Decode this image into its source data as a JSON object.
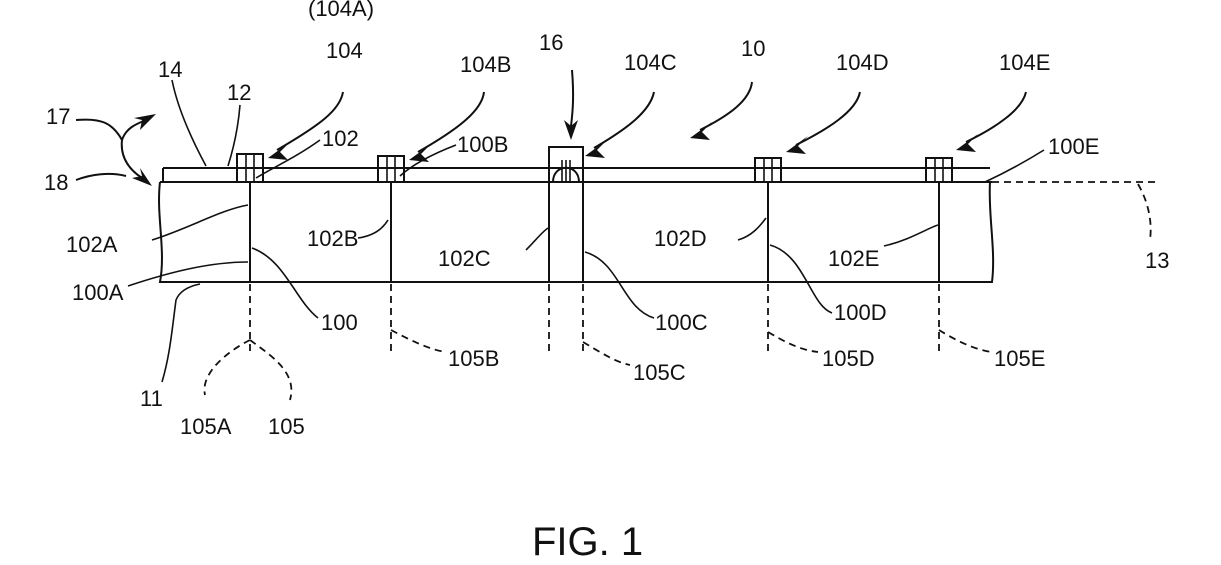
{
  "figure": {
    "caption": "FIG. 1",
    "labels": {
      "l104a": "(104A)",
      "l104": "104",
      "l14": "14",
      "l12": "12",
      "l17": "17",
      "l18": "18",
      "l102": "102",
      "l104b": "104B",
      "l100b": "100B",
      "l16": "16",
      "l104c": "104C",
      "l10": "10",
      "l104d": "104D",
      "l104e": "104E",
      "l100e": "100E",
      "l102a": "102A",
      "l102b": "102B",
      "l102c": "102C",
      "l102d": "102D",
      "l102e": "102E",
      "l13": "13",
      "l100a": "100A",
      "l100": "100",
      "l100c": "100C",
      "l100d": "100D",
      "l11": "11",
      "l105b": "105B",
      "l105c": "105C",
      "l105d": "105D",
      "l105e": "105E",
      "l105a": "105A",
      "l105": "105"
    }
  }
}
